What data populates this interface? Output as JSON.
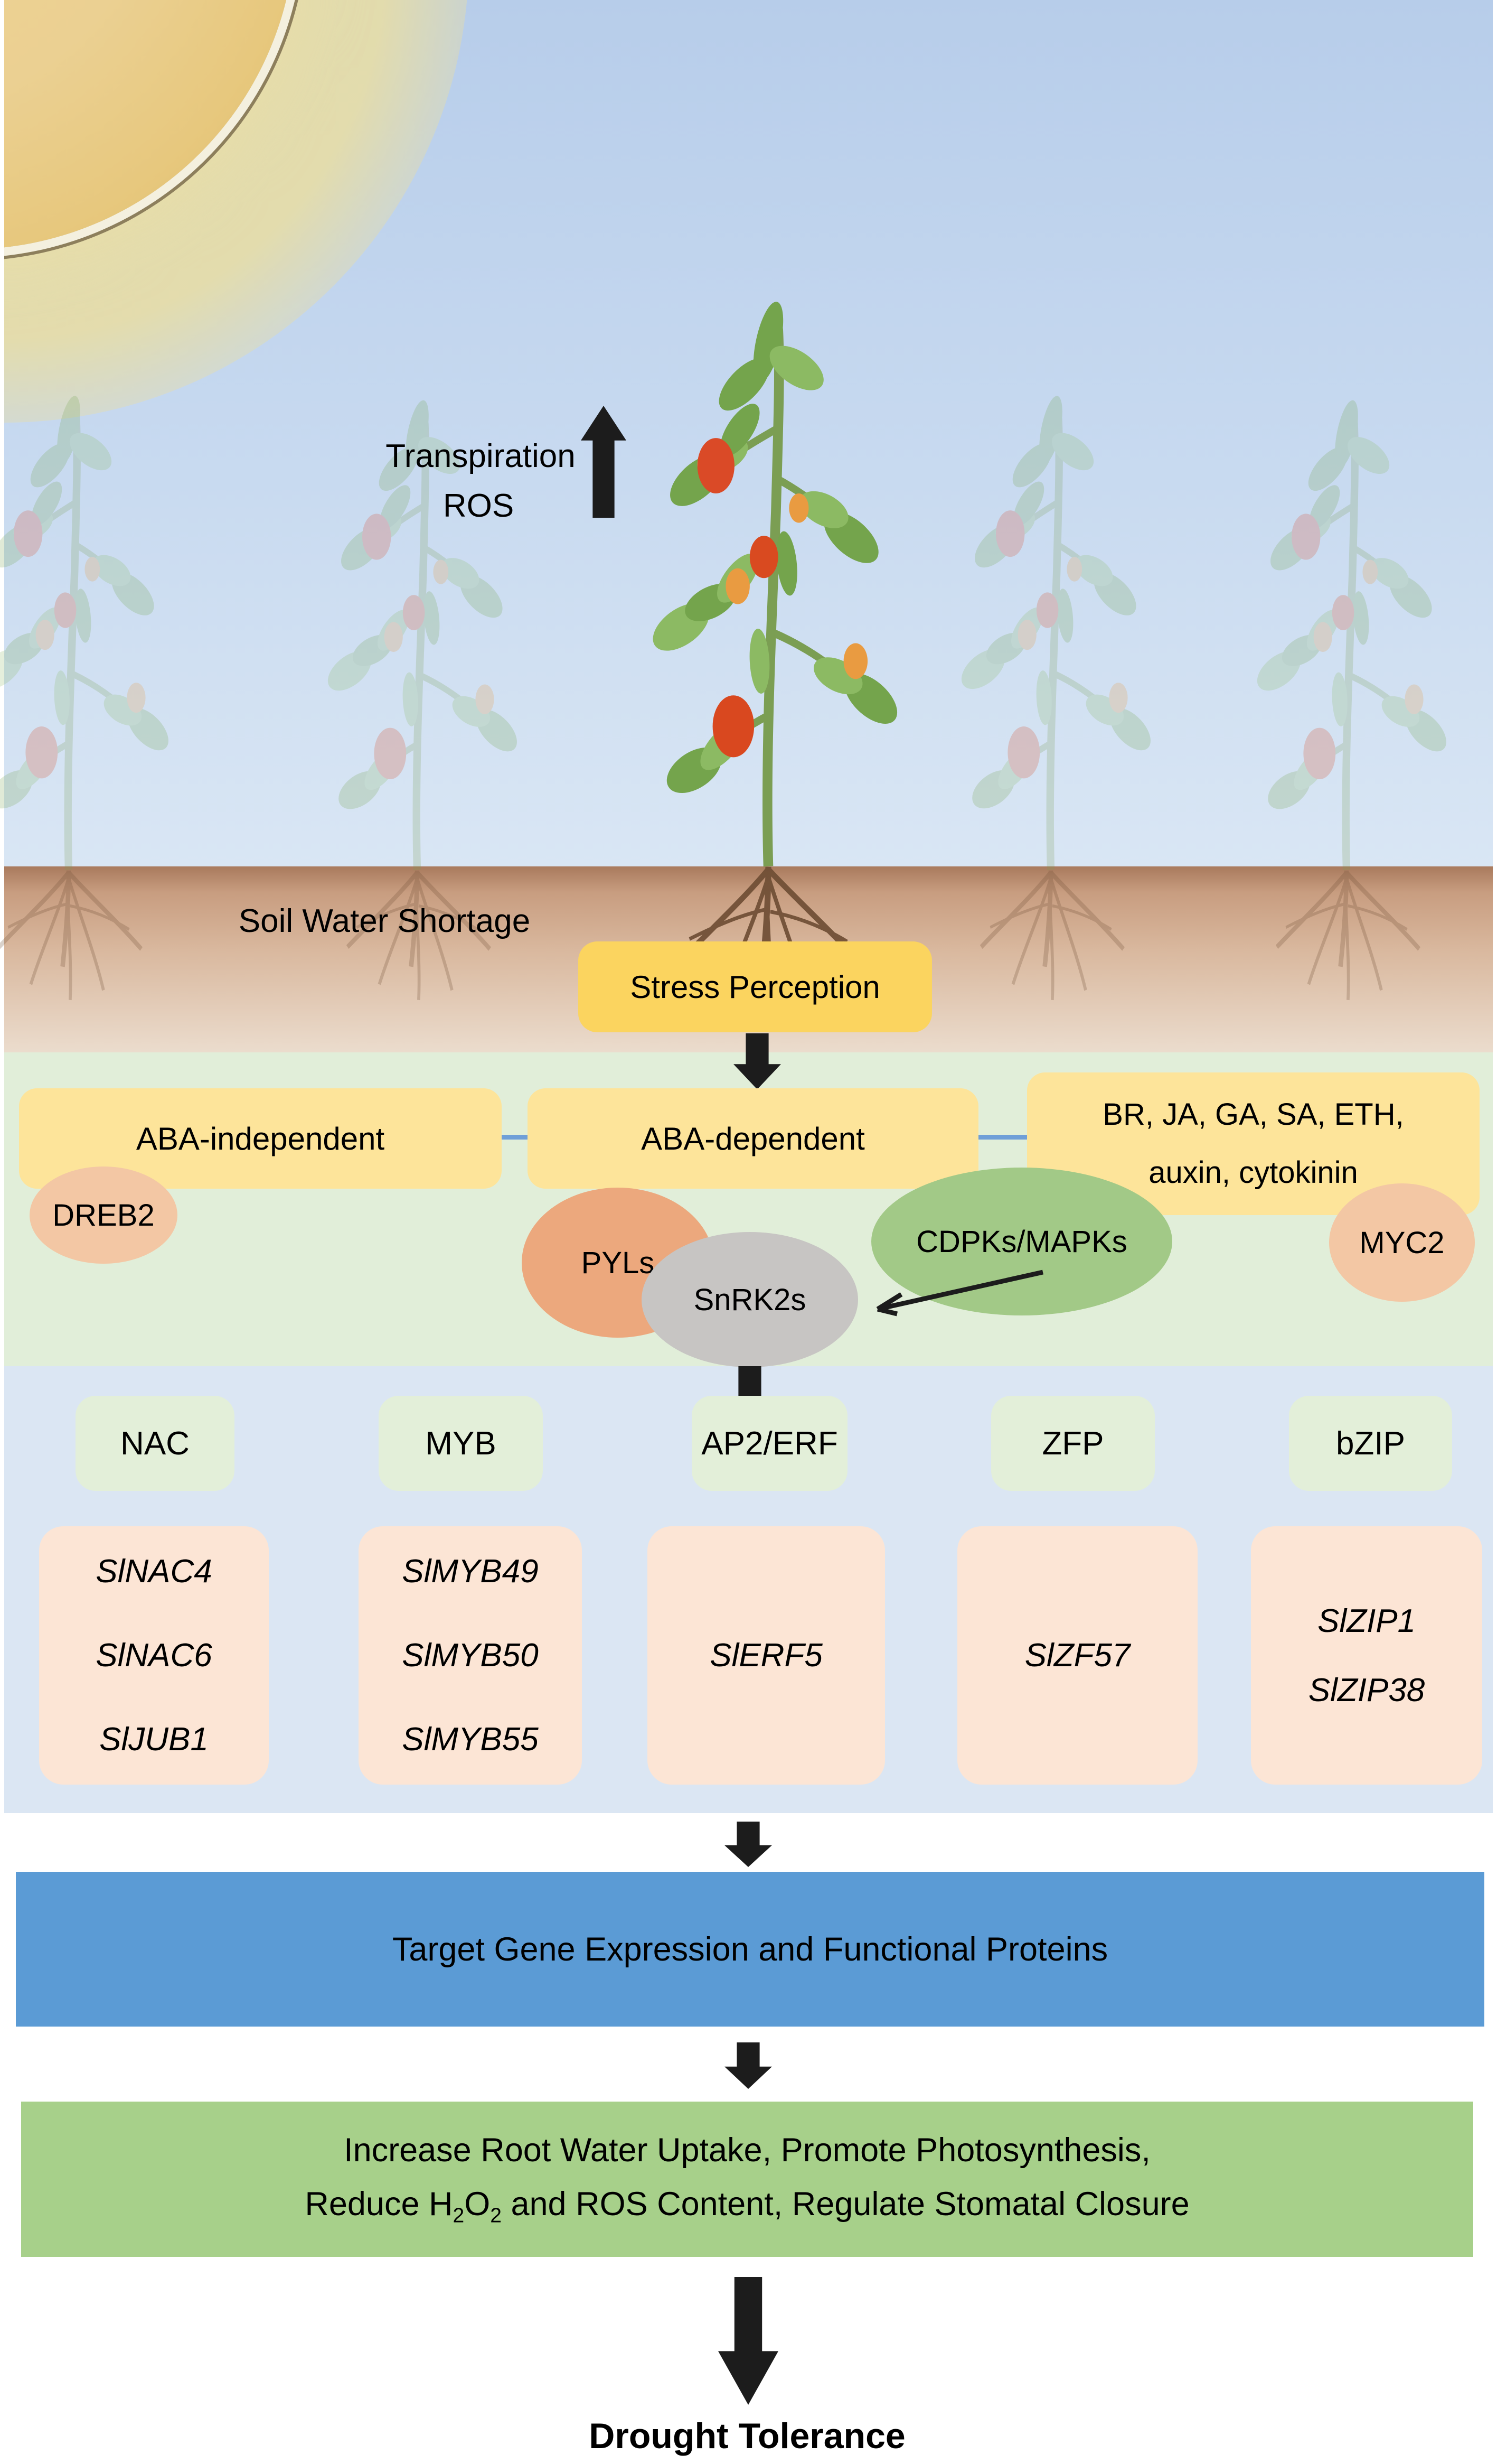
{
  "palette": {
    "sky_top": "#b7cdea",
    "sky_bottom": "#d9e6f4",
    "sun": "#e7c87e",
    "soil_top": "#a97a5d",
    "soil_bottom": "#ebdccd",
    "signal_band_green": "#e1eed9",
    "tf_band_blue": "#dbe6f3",
    "hormone_yellow_box": "#fde49a",
    "stress_yellow_box": "#fbd45f",
    "peach_ellipse": "#f3c7a4",
    "orange_ellipse": "#eca87d",
    "green_ellipse": "#a2c987",
    "gray_ellipse": "#c7c5c3",
    "tf_family_box": "#e3efd9",
    "gene_box": "#fce5d5",
    "target_bar_blue": "#5b9bd5",
    "benefit_bar_green": "#a7d08a",
    "connector_blue": "#6f9fd8",
    "arrow_black": "#1c1c1c"
  },
  "scene": {
    "transpiration_label": "Transpiration",
    "ros_label": "ROS",
    "soil_water_label": "Soil Water Shortage",
    "stress_perception_label": "Stress Perception"
  },
  "signaling": {
    "aba_independent": "ABA-independent",
    "aba_dependent": "ABA-dependent",
    "hormones_line1": "BR, JA, GA, SA, ETH,",
    "hormones_line2": "auxin, cytokinin",
    "dreb2": "DREB2",
    "pyls": "PYLs",
    "cdpks_mapks": "CDPKs/MAPKs",
    "myc2": "MYC2",
    "snrk2s": "SnRK2s"
  },
  "tf_columns": [
    {
      "family": "NAC",
      "genes": [
        "SlNAC4",
        "SlNAC6",
        "SlJUB1"
      ]
    },
    {
      "family": "MYB",
      "genes": [
        "SlMYB49",
        "SlMYB50",
        "SlMYB55"
      ]
    },
    {
      "family": "AP2/ERF",
      "genes": [
        "SlERF5"
      ]
    },
    {
      "family": "ZFP",
      "genes": [
        "SlZF57"
      ]
    },
    {
      "family": "bZIP",
      "genes": [
        "SlZIP1",
        "SlZIP38"
      ]
    }
  ],
  "outcomes": {
    "target_bar": "Target Gene Expression and Functional Proteins",
    "benefit_line1": "Increase Root Water Uptake, Promote Photosynthesis,",
    "benefit_line2": {
      "t1": "Reduce H",
      "sub1": "2",
      "t2": "O",
      "sub2": "2",
      "t3": " and ROS Content, Regulate Stomatal Closure"
    },
    "final": "Drought Tolerance"
  }
}
